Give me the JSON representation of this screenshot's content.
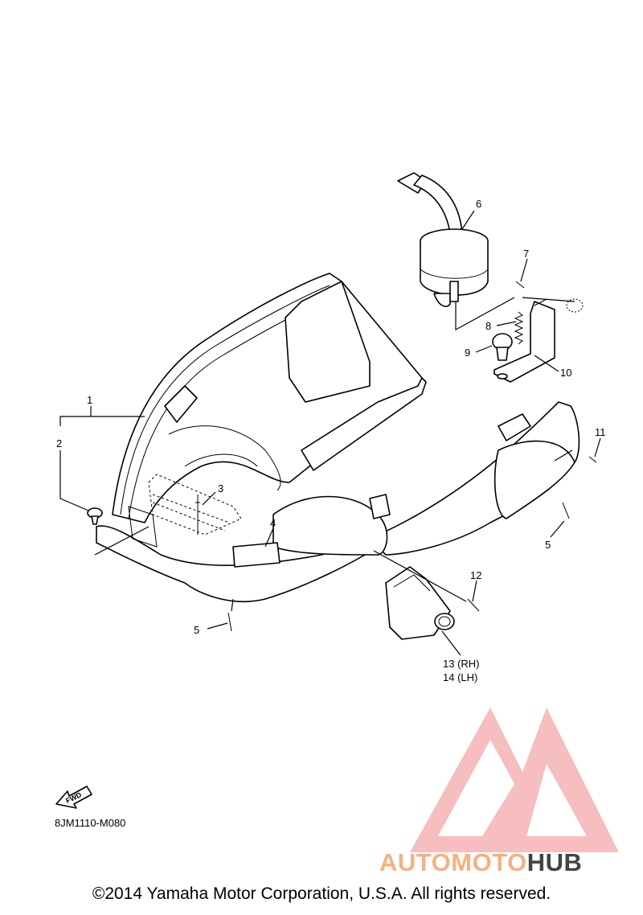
{
  "callouts": {
    "c1": "1",
    "c2": "2",
    "c3": "3",
    "c4": "4",
    "c5a": "5",
    "c5b": "5",
    "c6": "6",
    "c7": "7",
    "c8": "8",
    "c9": "9",
    "c10": "10",
    "c11": "11",
    "c12": "12",
    "c13": "13 (RH)",
    "c14": "14 (LH)"
  },
  "fwd_label": "FWD",
  "diagram_code": "8JM1110-M080",
  "watermark": {
    "part1": "AUTOMOTO",
    "part2": "HUB",
    "color_primary": "#f4a582",
    "color_secondary": "#f5c28a",
    "color_hub": "#444444"
  },
  "copyright": "©2014 Yamaha Motor Corporation, U.S.A. All rights reserved."
}
